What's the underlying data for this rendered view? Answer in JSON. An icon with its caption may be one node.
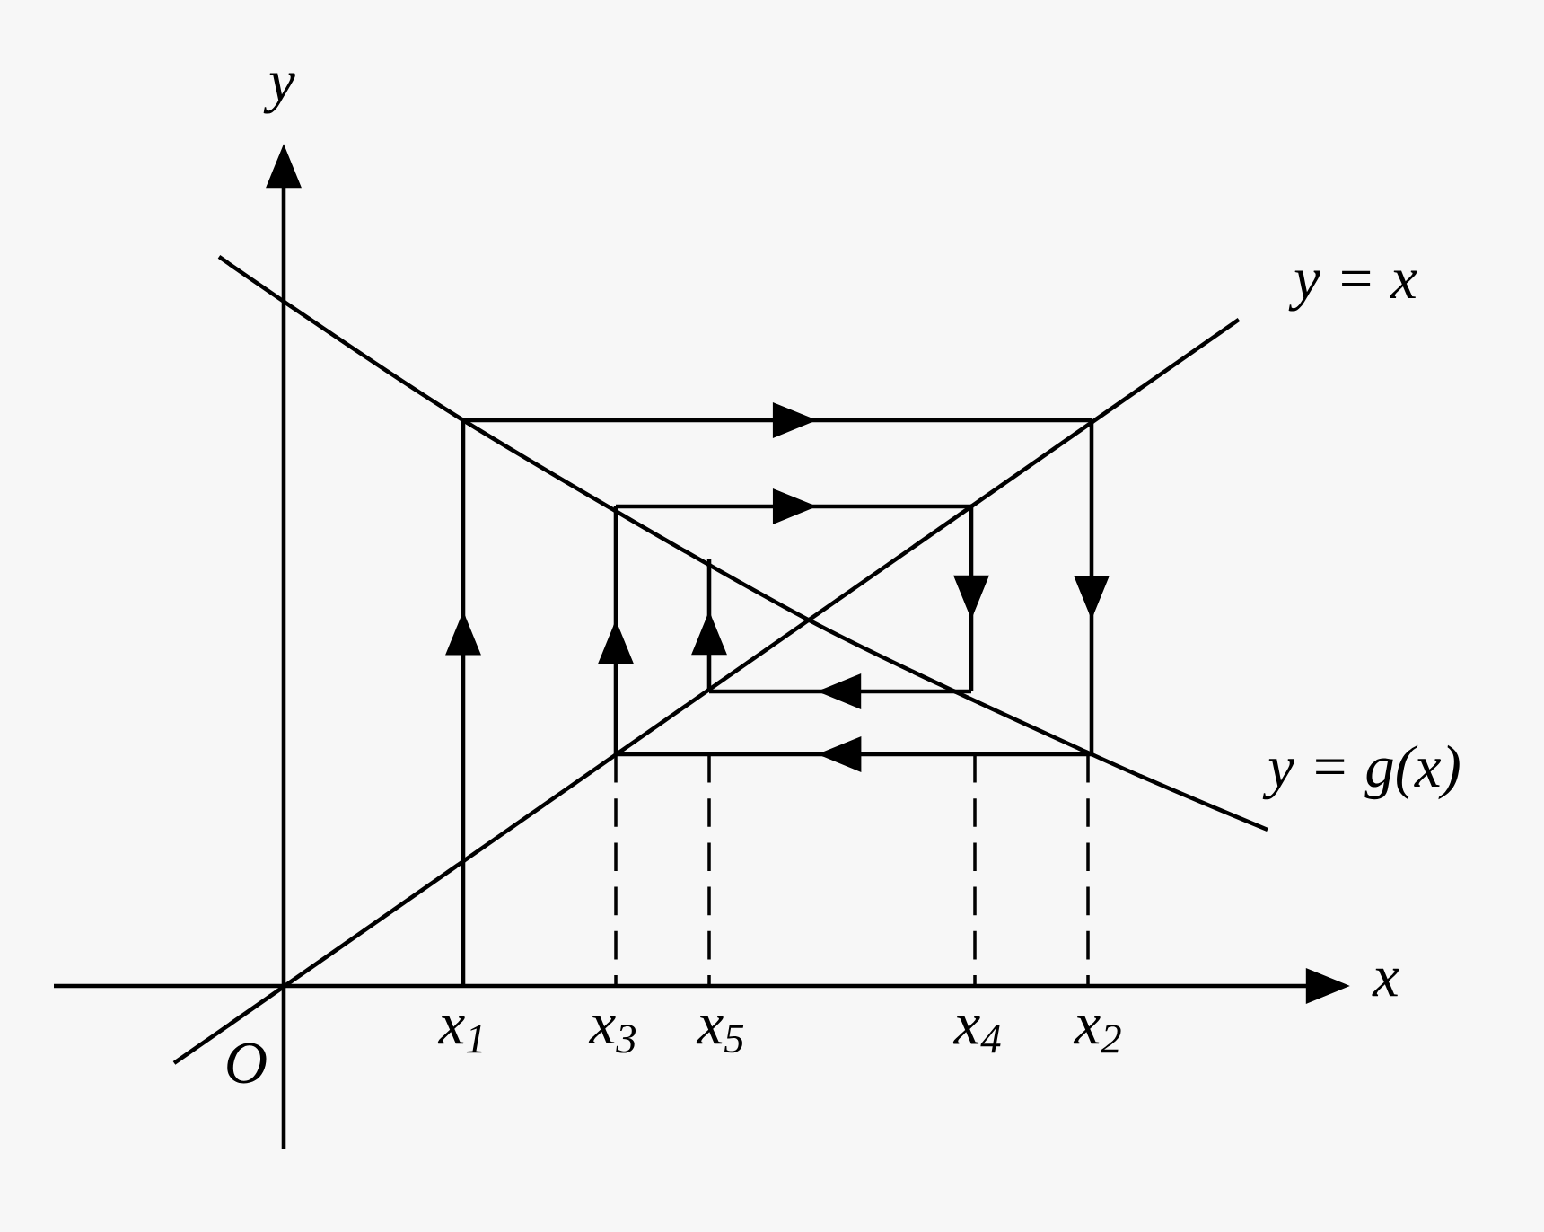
{
  "diagram": {
    "labels": [
      "y",
      "x",
      "O",
      "y = x",
      "y = g(x)",
      "x$_{1}$",
      "x$_{3}$",
      "x$_{5}$",
      "x$_{4}$",
      "x$_{2}$"
    ]
  }
}
